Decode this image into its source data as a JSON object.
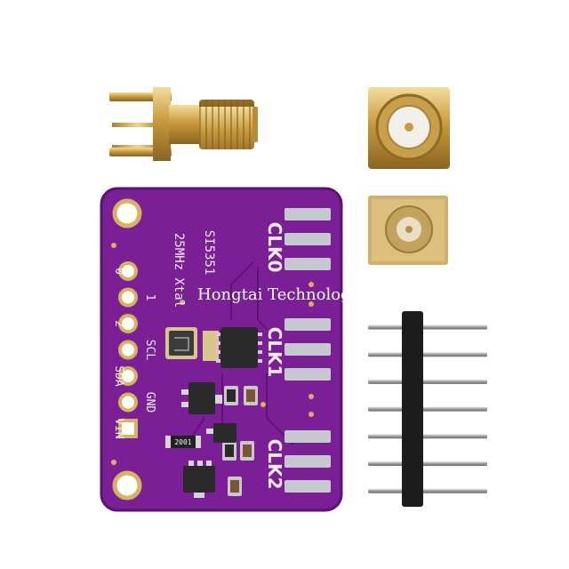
{
  "watermark": "Hongtai Technology",
  "board": {
    "label_clk0": "CLK0",
    "label_clk1": "CLK1",
    "label_clk2": "CLK2",
    "label_chip": "SI5351",
    "label_xtal": "25MHz Xtal",
    "pins": [
      "0",
      "1",
      "2",
      "SCL",
      "SDA",
      "GND",
      "VIN"
    ],
    "part_label": "2001"
  },
  "colors": {
    "pcb": "#7a1f95",
    "pcb_dark": "#5a1370",
    "gold": "#d4b05a",
    "silkscreen": "#f3eef6",
    "header_plastic": "#1c1c1c",
    "header_pin": "#b9b9b9"
  }
}
